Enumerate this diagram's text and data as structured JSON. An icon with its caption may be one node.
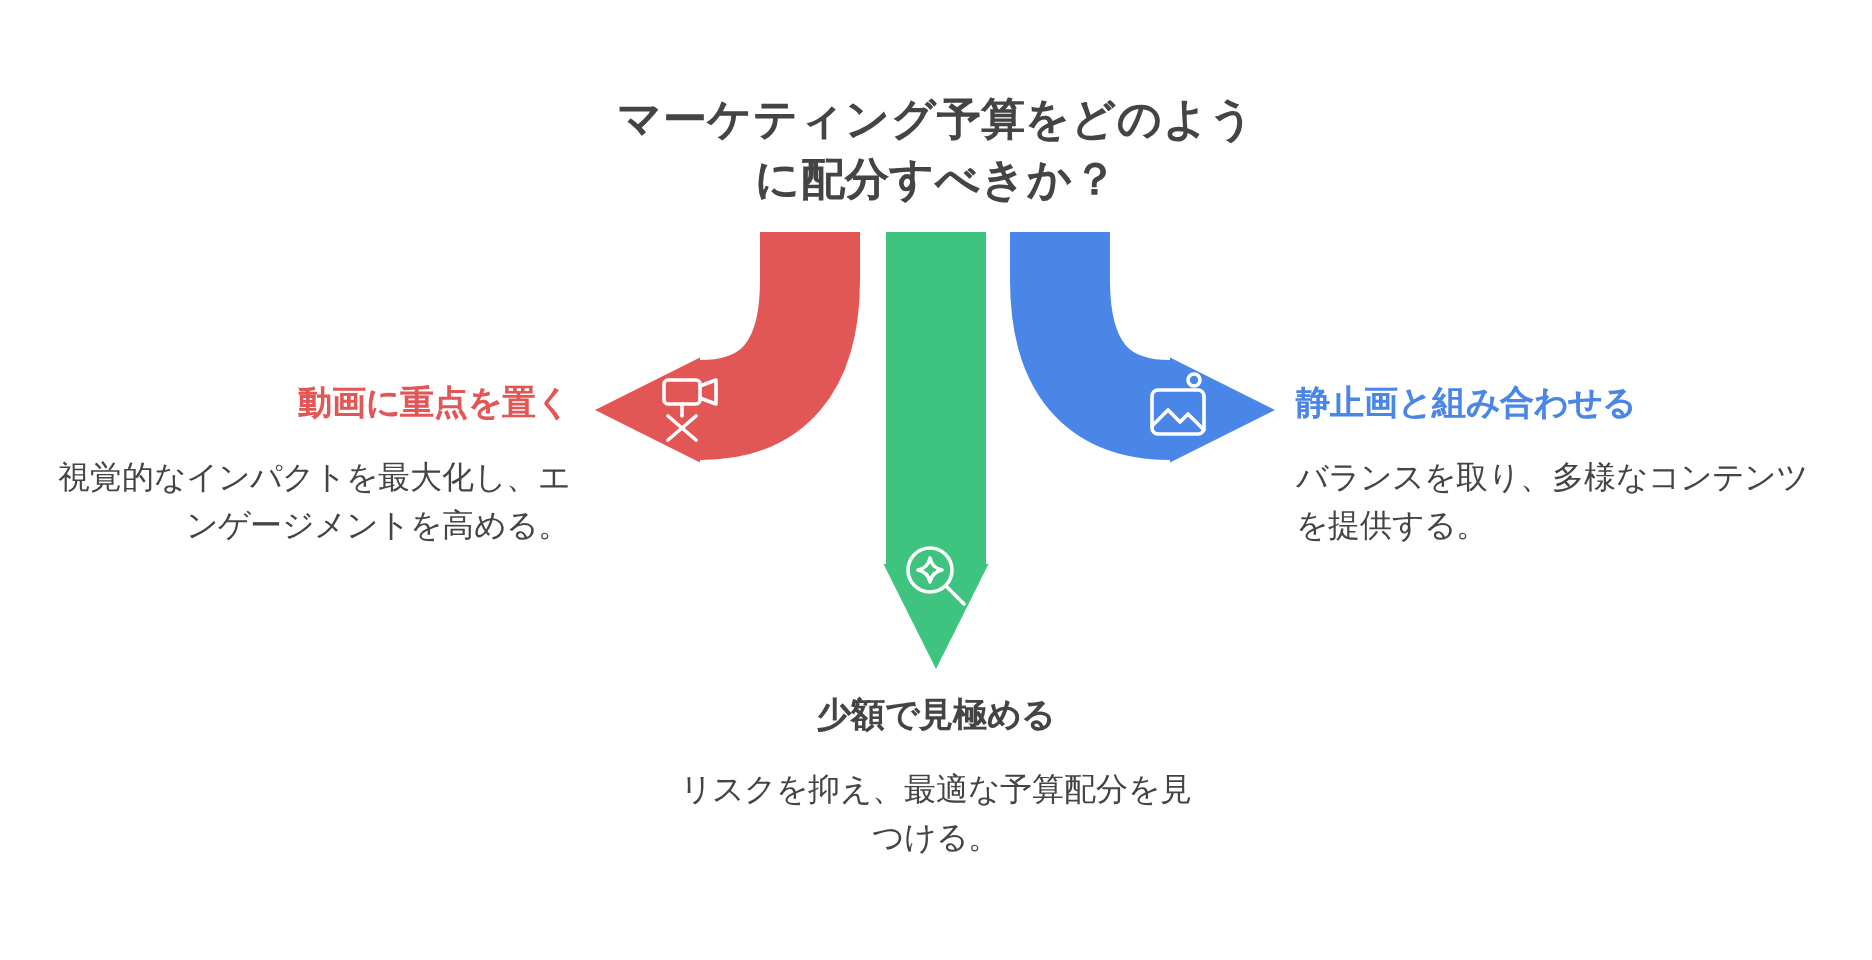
{
  "diagram": {
    "nodes": [
      {
        "text": [
          "マーケティング予算をどのように配分すべきか？"
        ]
      },
      {
        "text": [
          "動画に重点を置く",
          "視覚的なインパクトを最大化し、エンゲージメントを高める。"
        ]
      },
      {
        "text": [
          "少額で見極める",
          "リスクを抑え、最適な予算配分を見つける。"
        ]
      },
      {
        "text": [
          "静止画と組み合わせる",
          "バランスを取り、多様なコンテンツを提供する。"
        ]
      }
    ],
    "edges": [
      {
        "from": 0,
        "to": 1,
        "arrow": "to",
        "color": "#e35656"
      },
      {
        "from": 0,
        "to": 2,
        "arrow": "to",
        "color": "#3ec47f"
      },
      {
        "from": 0,
        "to": 3,
        "arrow": "to",
        "color": "#4a86e8"
      }
    ]
  }
}
